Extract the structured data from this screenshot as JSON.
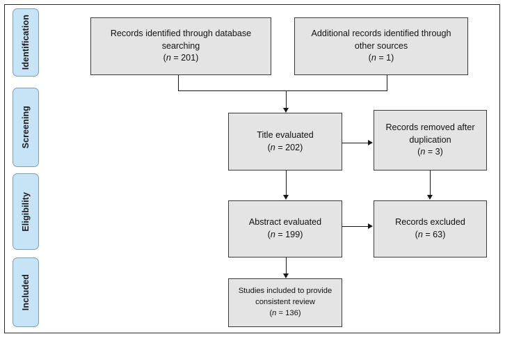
{
  "diagram": {
    "type": "prisma-flow-diagram",
    "phases": [
      {
        "id": "identification",
        "label": "Identification"
      },
      {
        "id": "screening",
        "label": "Screening"
      },
      {
        "id": "eligibility",
        "label": "Eligibility"
      },
      {
        "id": "included",
        "label": "Included"
      }
    ],
    "boxes": [
      {
        "id": "records-identified-database",
        "line1": "Records identified through database",
        "line2": "searching",
        "count_label": "(n = 201)",
        "count_prefix": "(",
        "count_symbol": "n",
        "count_value": "= 201)"
      },
      {
        "id": "additional-records-other-sources",
        "line1": "Additional records identified through",
        "line2": "other sources",
        "count_label": "(n = 1)",
        "count_prefix": "(",
        "count_symbol": "n",
        "count_value": "= 1)"
      },
      {
        "id": "title-evaluated",
        "line1": "Title evaluated",
        "line2": "",
        "count_label": "(n = 202)",
        "count_prefix": "(",
        "count_symbol": "n",
        "count_value": "= 202)"
      },
      {
        "id": "records-removed-duplication",
        "line1": "Records removed after",
        "line2": "duplication",
        "count_label": "(n = 3)",
        "count_prefix": "(",
        "count_symbol": "n",
        "count_value": "= 3)"
      },
      {
        "id": "abstract-evaluated",
        "line1": "Abstract evaluated",
        "line2": "",
        "count_label": "(n = 199)",
        "count_prefix": "(",
        "count_symbol": "n",
        "count_value": "= 199)"
      },
      {
        "id": "records-excluded",
        "line1": "Records excluded",
        "line2": "",
        "count_label": "(n = 63)",
        "count_prefix": "(",
        "count_symbol": "n",
        "count_value": "= 63)"
      },
      {
        "id": "studies-included",
        "line1": "Studies included to provide",
        "line2": "consistent review",
        "count_label": "(n = 136)",
        "count_prefix": "(",
        "count_symbol": "n",
        "count_value": "= 136)"
      }
    ],
    "colors": {
      "phase_tab_fill": "#c7e4f7",
      "phase_tab_border": "#7f9eb4",
      "box_fill": "#e4e4e4",
      "box_border": "#3a3a3a",
      "connector": "#171717",
      "frame_border": "#2b2b2b",
      "page_background": "#ffffff",
      "text": "#111111"
    }
  }
}
